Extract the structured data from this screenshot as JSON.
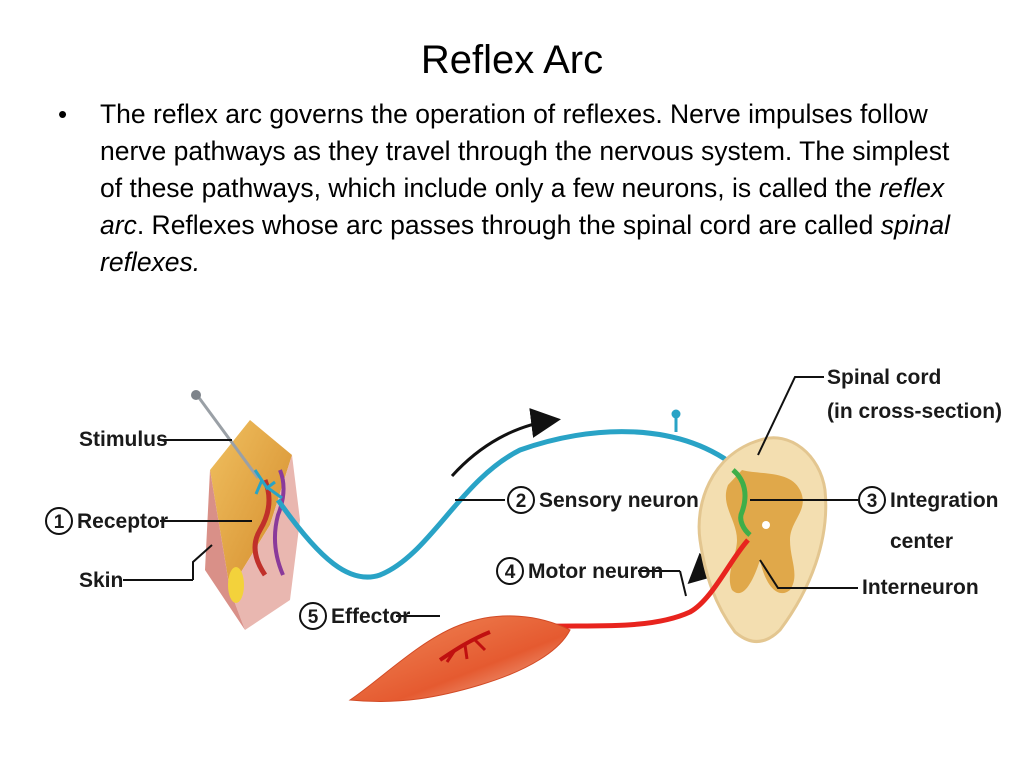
{
  "slide": {
    "title": "Reflex Arc",
    "bullet": {
      "p1": "The reflex arc governs the operation of reflexes.  Nerve impulses follow nerve pathways as they travel through the nervous system.  The simplest of these pathways, which include only a few neurons, is called the ",
      "em1": "reflex arc",
      "p2": ".  Reflexes whose arc passes through the spinal cord are called ",
      "em2": "spinal reflexes."
    }
  },
  "diagram": {
    "labels": {
      "stimulus": "Stimulus",
      "receptor": "Receptor",
      "skin": "Skin",
      "sensory_neuron": "Sensory neuron",
      "motor_neuron": "Motor neuron",
      "effector": "Effector",
      "spinal_cord_1": "Spinal cord",
      "spinal_cord_2": "(in cross-section)",
      "integration_1": "Integration",
      "integration_2": "center",
      "interneuron": "Interneuron"
    },
    "numbers": {
      "receptor": "1",
      "sensory_neuron": "2",
      "integration": "3",
      "motor_neuron": "4",
      "effector": "5"
    },
    "colors": {
      "sensory": "#29a3c6",
      "motor": "#e8241e",
      "interneuron": "#3fae49",
      "muscle": "#e8603a",
      "spinal_cord": "#f3deb0",
      "gray_matter": "#e0a84a",
      "skin": "#e9a94a"
    }
  }
}
